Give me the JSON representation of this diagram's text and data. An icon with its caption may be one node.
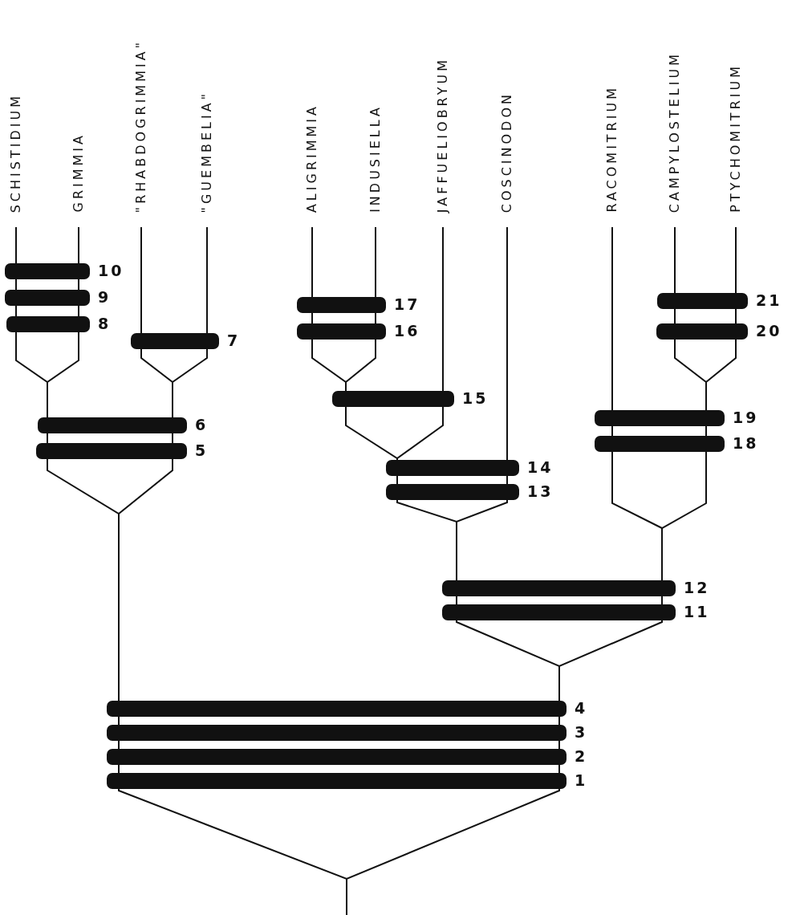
{
  "diagram": {
    "nodes": [
      {
        "text": [
          "SCHISTIDIUM"
        ]
      },
      {
        "text": [
          "GRIMMIA"
        ]
      },
      {
        "text": [
          "\"RHABDOGRIMMIA\""
        ]
      },
      {
        "text": [
          "\"GUEMBELIA\""
        ]
      },
      {
        "text": [
          "ALIGRIMMIA"
        ]
      },
      {
        "text": [
          "INDUSIELLA"
        ]
      },
      {
        "text": [
          "JAFFUELIOBRYUM"
        ]
      },
      {
        "text": [
          "COSCINODON"
        ]
      },
      {
        "text": [
          "RACOMITRIUM"
        ]
      },
      {
        "text": [
          "CAMPYLOSTELIUM"
        ]
      },
      {
        "text": [
          "PTYCHOMITRIUM"
        ]
      },
      {
        "text": [],
        "shape": "bar",
        "beside": [
          "10"
        ]
      },
      {
        "text": [],
        "shape": "bar",
        "beside": [
          "9"
        ]
      },
      {
        "text": [],
        "shape": "bar",
        "beside": [
          "8"
        ]
      },
      {
        "text": [],
        "shape": "bar",
        "beside": [
          "7"
        ]
      },
      {
        "text": [],
        "shape": "bar",
        "beside": [
          "17"
        ]
      },
      {
        "text": [],
        "shape": "bar",
        "beside": [
          "16"
        ]
      },
      {
        "text": [],
        "shape": "bar",
        "beside": [
          "15"
        ]
      },
      {
        "text": [],
        "shape": "bar",
        "beside": [
          "21"
        ]
      },
      {
        "text": [],
        "shape": "bar",
        "beside": [
          "20"
        ]
      },
      {
        "text": [],
        "shape": "bar",
        "beside": [
          "19"
        ]
      },
      {
        "text": [],
        "shape": "bar",
        "beside": [
          "18"
        ]
      },
      {
        "text": [],
        "shape": "bar",
        "beside": [
          "6"
        ]
      },
      {
        "text": [],
        "shape": "bar",
        "beside": [
          "5"
        ]
      },
      {
        "text": [],
        "shape": "bar",
        "beside": [
          "14"
        ]
      },
      {
        "text": [],
        "shape": "bar",
        "beside": [
          "13"
        ]
      },
      {
        "text": [],
        "shape": "bar",
        "beside": [
          "12"
        ]
      },
      {
        "text": [],
        "shape": "bar",
        "beside": [
          "11"
        ]
      },
      {
        "text": [],
        "shape": "bar",
        "beside": [
          "4"
        ]
      },
      {
        "text": [],
        "shape": "bar",
        "beside": [
          "3"
        ]
      },
      {
        "text": [],
        "shape": "bar",
        "beside": [
          "2"
        ]
      },
      {
        "text": [],
        "shape": "bar",
        "beside": [
          "1"
        ]
      }
    ]
  }
}
